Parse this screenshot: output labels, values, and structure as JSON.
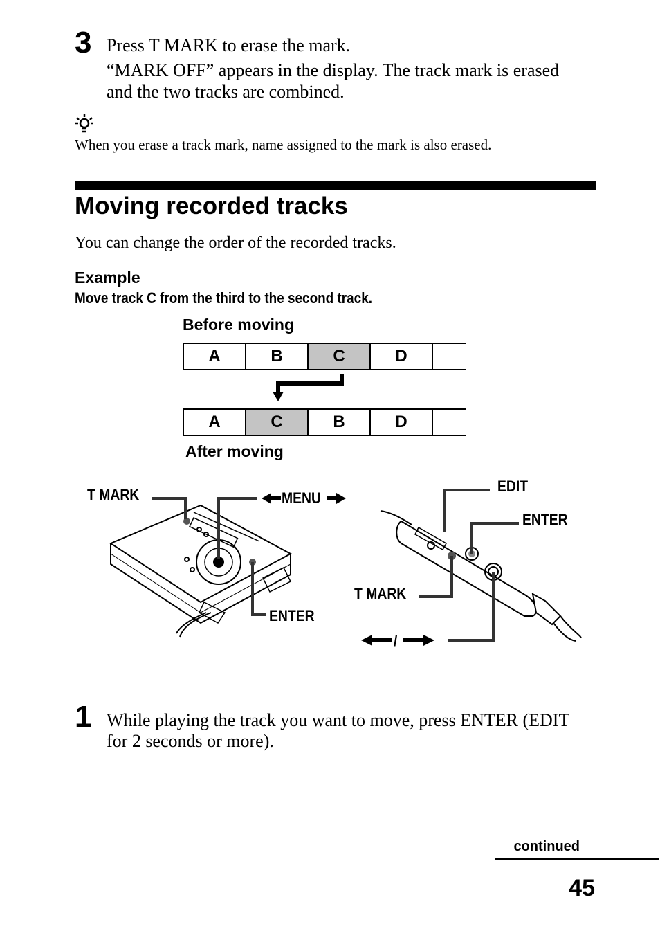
{
  "step3": {
    "number": "3",
    "line1": "Press T MARK to erase the mark.",
    "line2": "“MARK OFF” appears in the display. The track mark is erased",
    "line3": "and the two tracks are combined."
  },
  "tip": {
    "icon": "lightbulb-icon",
    "text": "When you erase a track mark, name assigned to the mark is also erased."
  },
  "section": {
    "title": "Moving recorded tracks",
    "intro": "You can change the order of the recorded tracks."
  },
  "example": {
    "label": "Example",
    "description": "Move track C from the third to the second track."
  },
  "diagram": {
    "before_label": "Before moving",
    "after_label": "After moving",
    "before_tracks": [
      "A",
      "B",
      "C",
      "D"
    ],
    "after_tracks": [
      "A",
      "C",
      "B",
      "D"
    ],
    "highlight_color": "#c4c4c4"
  },
  "device": {
    "tmark_left": "T MARK",
    "menu": "MENU",
    "enter_left": "ENTER",
    "edit": "EDIT",
    "enter_right": "ENTER",
    "tmark_right": "T MARK",
    "seek_separator": "/"
  },
  "step1": {
    "number": "1",
    "line1": "While playing the track you want to move, press ENTER (EDIT",
    "line2": "for 2 seconds or more)."
  },
  "footer": {
    "continued": "continued",
    "page_number": "45"
  }
}
